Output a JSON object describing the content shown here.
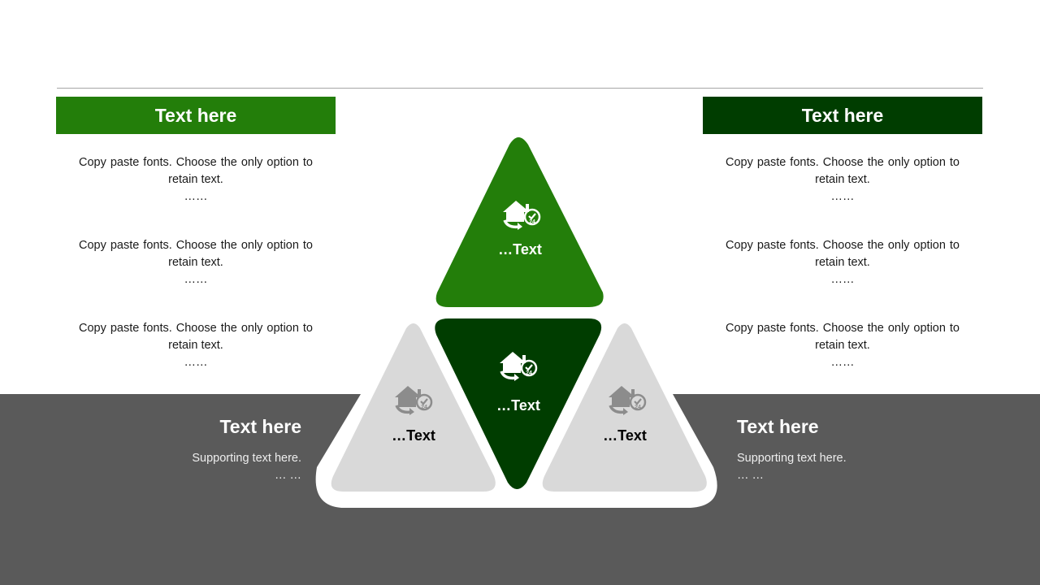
{
  "colors": {
    "green": "#237e0a",
    "dark_green": "#003d00",
    "light_gray": "#d9d9d9",
    "band_gray": "#5a5a5a",
    "icon_gray": "#8c8c8c"
  },
  "left_panel": {
    "header": "Text here",
    "items": [
      {
        "line1": "Copy paste fonts. Choose the only option to",
        "line2": "retain text.",
        "dots": "……"
      },
      {
        "line1": "Copy paste fonts. Choose the only option to",
        "line2": "retain text.",
        "dots": "……"
      },
      {
        "line1": "Copy paste fonts. Choose the only option to",
        "line2": "retain text.",
        "dots": "……"
      }
    ]
  },
  "right_panel": {
    "header": "Text here",
    "items": [
      {
        "line1": "Copy paste fonts. Choose the only option to",
        "line2": "retain text.",
        "dots": "……"
      },
      {
        "line1": "Copy paste fonts. Choose the only option to",
        "line2": "retain text.",
        "dots": "……"
      },
      {
        "line1": "Copy paste fonts. Choose the only option to",
        "line2": "retain text.",
        "dots": "……"
      }
    ]
  },
  "bottom_left": {
    "title": "Text here",
    "subtitle": "Supporting text here.",
    "dots": "… …"
  },
  "bottom_right": {
    "title": "Text here",
    "subtitle": "Supporting text here.",
    "dots": "… …"
  },
  "triangles": {
    "top": {
      "label": "…Text",
      "icon": "home-24h-icon"
    },
    "center": {
      "label": "…Text",
      "icon": "home-24h-icon"
    },
    "left": {
      "label": "…Text",
      "icon": "home-24h-icon"
    },
    "right": {
      "label": "…Text",
      "icon": "home-24h-icon"
    }
  }
}
